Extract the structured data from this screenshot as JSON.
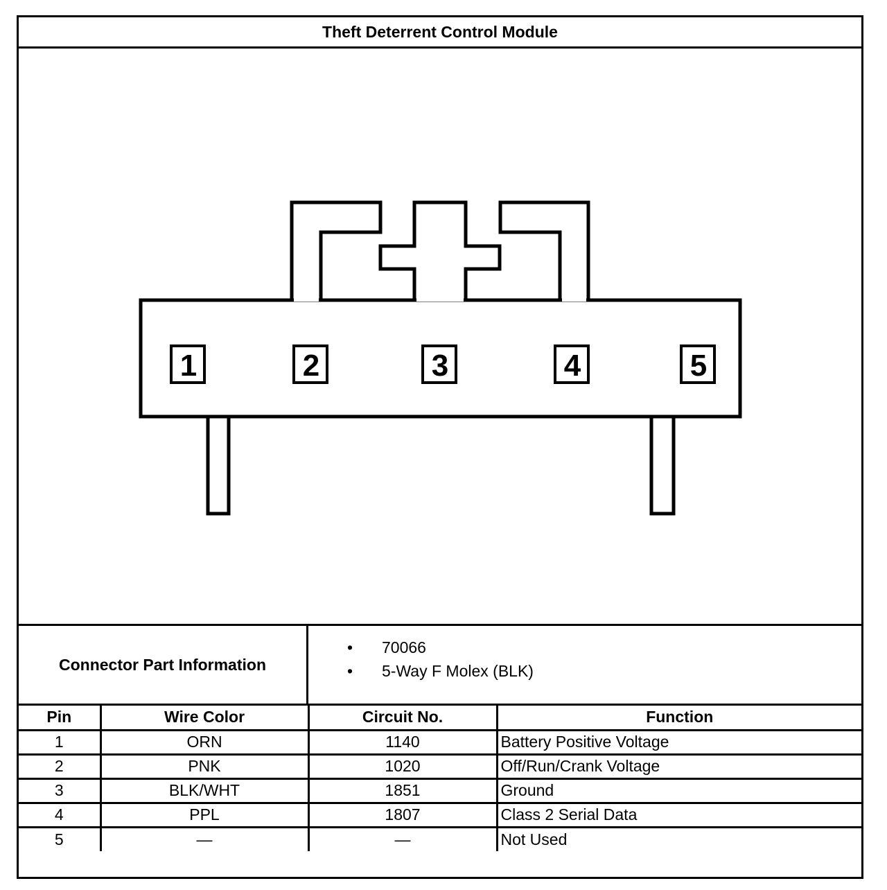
{
  "title": "Theft Deterrent Control Module",
  "connector": {
    "pin_labels": [
      "1",
      "2",
      "3",
      "4",
      "5"
    ]
  },
  "part_info": {
    "label": "Connector Part Information",
    "items": [
      "70066",
      "5-Way F Molex (BLK)"
    ],
    "bullet": "•"
  },
  "table": {
    "headers": [
      "Pin",
      "Wire Color",
      "Circuit No.",
      "Function"
    ],
    "rows": [
      {
        "pin": "1",
        "wire_color": "ORN",
        "circuit": "1140",
        "function": "Battery Positive Voltage"
      },
      {
        "pin": "2",
        "wire_color": "PNK",
        "circuit": "1020",
        "function": "Off/Run/Crank Voltage"
      },
      {
        "pin": "3",
        "wire_color": "BLK/WHT",
        "circuit": "1851",
        "function": "Ground"
      },
      {
        "pin": "4",
        "wire_color": "PPL",
        "circuit": "1807",
        "function": "Class 2 Serial Data"
      },
      {
        "pin": "5",
        "wire_color": "—",
        "circuit": "—",
        "function": "Not Used"
      }
    ]
  }
}
